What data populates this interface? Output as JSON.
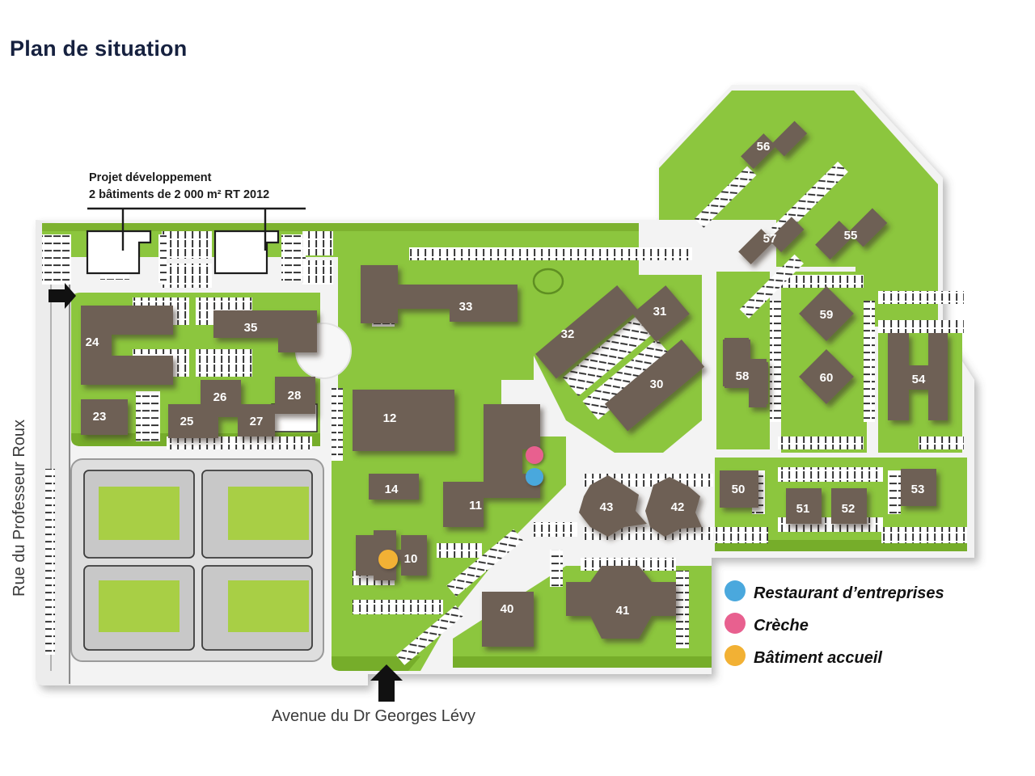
{
  "page": {
    "title": "Plan de situation"
  },
  "map": {
    "annotation": {
      "line1": "Projet développement",
      "line2": "2 bâtiments de 2 000 m² RT 2012"
    },
    "streets": [
      {
        "name": "rue-professeur-roux",
        "label": "Rue du Professeur Roux",
        "orientation": "vertical-left"
      },
      {
        "name": "avenue-dr-georges-levy",
        "label": "Avenue du Dr Georges Lévy",
        "orientation": "horizontal-bottom"
      }
    ],
    "entrances": [
      {
        "name": "entrance-west",
        "direction": "right"
      },
      {
        "name": "entrance-south",
        "direction": "up"
      }
    ],
    "colors": {
      "green_land": "#8cc63e",
      "green_dark_edge": "#6fa02b",
      "building": "#6e6154",
      "building_shadow": "#4a4038",
      "road": "#f1f1f1",
      "road_line": "#2b2b2b",
      "parcel_gray": "#c8c8c8",
      "parcel_green": "#a8cf45",
      "white_building": "#ffffff",
      "restaurant_dot": "#4aa8dd",
      "creche_dot": "#e8608f",
      "accueil_dot": "#f2b134",
      "title": "#16213f"
    },
    "buildings": [
      {
        "id": "10",
        "label": "10",
        "shape": "double-bar"
      },
      {
        "id": "11",
        "label": "11",
        "shape": "l-complex"
      },
      {
        "id": "12",
        "label": "12",
        "shape": "rect"
      },
      {
        "id": "14",
        "label": "14",
        "shape": "rect"
      },
      {
        "id": "23",
        "label": "23",
        "shape": "rect"
      },
      {
        "id": "24",
        "label": "24",
        "shape": "c-shape"
      },
      {
        "id": "25",
        "label": "25",
        "shape": "rect"
      },
      {
        "id": "26",
        "label": "26",
        "shape": "rect"
      },
      {
        "id": "27",
        "label": "27",
        "shape": "rect"
      },
      {
        "id": "28",
        "label": "28",
        "shape": "rect"
      },
      {
        "id": "30",
        "label": "30",
        "shape": "rotated-bar"
      },
      {
        "id": "31",
        "label": "31",
        "shape": "rotated-block"
      },
      {
        "id": "32",
        "label": "32",
        "shape": "rotated-bar"
      },
      {
        "id": "33",
        "label": "33",
        "shape": "t-shape"
      },
      {
        "id": "35",
        "label": "35",
        "shape": "l-shape"
      },
      {
        "id": "40",
        "label": "40",
        "shape": "l-shape"
      },
      {
        "id": "41",
        "label": "41",
        "shape": "cross"
      },
      {
        "id": "42",
        "label": "42",
        "shape": "star"
      },
      {
        "id": "43",
        "label": "43",
        "shape": "star"
      },
      {
        "id": "50",
        "label": "50",
        "shape": "rect"
      },
      {
        "id": "51",
        "label": "51",
        "shape": "rect"
      },
      {
        "id": "52",
        "label": "52",
        "shape": "rect"
      },
      {
        "id": "53",
        "label": "53",
        "shape": "rect"
      },
      {
        "id": "54",
        "label": "54",
        "shape": "h-shape"
      },
      {
        "id": "55",
        "label": "55",
        "shape": "rotated-z"
      },
      {
        "id": "56",
        "label": "56",
        "shape": "rotated-z"
      },
      {
        "id": "57",
        "label": "57",
        "shape": "rotated-z"
      },
      {
        "id": "58",
        "label": "58",
        "shape": "h-shape"
      },
      {
        "id": "59",
        "label": "59",
        "shape": "diamond"
      },
      {
        "id": "60",
        "label": "60",
        "shape": "diamond"
      }
    ],
    "markers": [
      {
        "name": "marker-creche",
        "color": "#e8608f",
        "near_building": "11"
      },
      {
        "name": "marker-restaurant",
        "color": "#4aa8dd",
        "near_building": "11"
      },
      {
        "name": "marker-accueil",
        "color": "#f2b134",
        "near_building": "10"
      }
    ]
  },
  "legend": {
    "items": [
      {
        "name": "legend-restaurant",
        "label": "Restaurant d’entreprises",
        "color": "#4aa8dd"
      },
      {
        "name": "legend-creche",
        "label": "Crèche",
        "color": "#e8608f"
      },
      {
        "name": "legend-accueil",
        "label": "Bâtiment accueil",
        "color": "#f2b134"
      }
    ]
  }
}
